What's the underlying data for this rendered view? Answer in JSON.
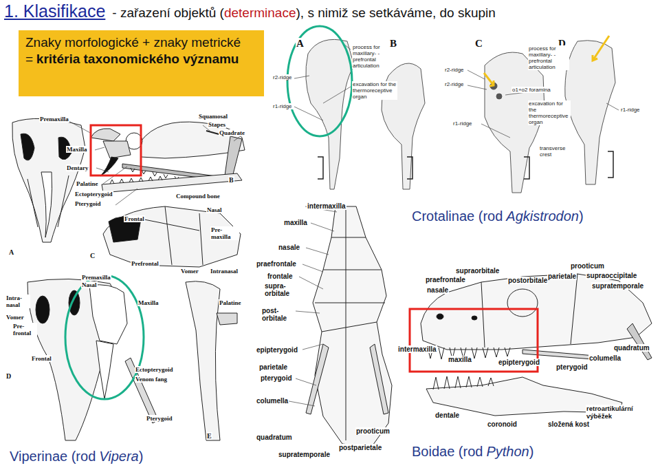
{
  "diagram": {
    "title": "1. Klasifikace",
    "nodes": [
      {
        "text": [
          "Znaky morfologické + znaky metrické =",
          "kritéria taxonomického významu"
        ]
      }
    ],
    "labels": [
      "- zařazení objektů (",
      "determinace",
      "), s nimiž se setkáváme, do skupin",
      "Premaxilla",
      "Squamosal",
      "Stapes",
      "Quadrate",
      "Maxilla",
      "Dentary",
      "Palatine",
      "Ectopterygoid",
      "Pterygoid",
      "Compound bone",
      "B",
      "A",
      "Nasal",
      "Frontal",
      "Pre- maxilla",
      "C",
      "Prefrontal",
      "Vomer",
      "Intranasal",
      "Premaxilla",
      "Nasal",
      "Intra- nasal",
      "Vomer",
      "Pre- frontal",
      "Maxilla",
      "Palatine",
      "Frontal",
      "D",
      "Ectopterygoid",
      "Venom fang",
      "Pterygoid",
      "E",
      "A",
      "process for maxillary- -prefrontal articulation",
      "r2-ridge",
      "excavation for the thermoreceptive organ",
      "r1-ridge",
      "B",
      "r2-ridge",
      "C",
      "r2-ridge",
      "o1+o2 foramina",
      "r1-ridge",
      "D",
      "process for maxillary- -prefrontal articulation",
      "excavation for the thermoreceptive organ",
      "r1-ridge",
      "transverse crest",
      "intermaxilla",
      "maxilla",
      "nasale",
      "praefrontale",
      "frontale",
      "supra- orbitale",
      "post- orbitale",
      "epipterygoid",
      "parietale",
      "pterygoid",
      "columella",
      "quadratum",
      "prooticum",
      "supratemporale",
      "postparietale",
      "Crotalinae (rod",
      "Agkistrodon",
      ")",
      "supraorbitale",
      "prooticum",
      "praefrontale",
      "postorbitale",
      "parietale",
      "supraoccipitale",
      "nasale",
      "supratemporale",
      "intermaxilla",
      "maxilla",
      "epipterygoid",
      "quadratum",
      "pterygoid",
      "columella",
      "dentale",
      "coronoid",
      "složená kost",
      "retroartikulární výběžek",
      "Viperinae (rod",
      "Vipera",
      ")",
      "Boidae (rod",
      "Python",
      ")"
    ]
  }
}
